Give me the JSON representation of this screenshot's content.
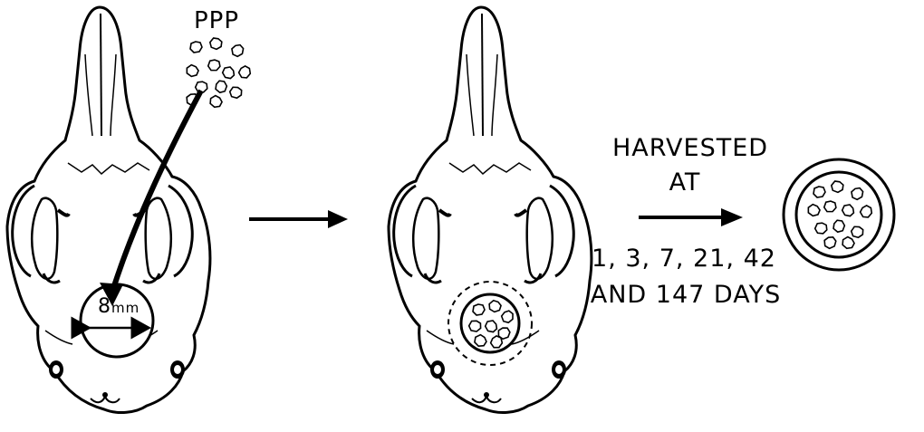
{
  "labels": {
    "ppp": "PPP",
    "defect_size": "8",
    "defect_unit": "mm",
    "harvested_line1": "HARVESTED",
    "harvested_line2": "AT",
    "days_line1": "1, 3, 7, 21, 42",
    "days_line2": "AND 147 DAYS"
  },
  "colors": {
    "ink": "#000000",
    "paper": "#ffffff"
  }
}
